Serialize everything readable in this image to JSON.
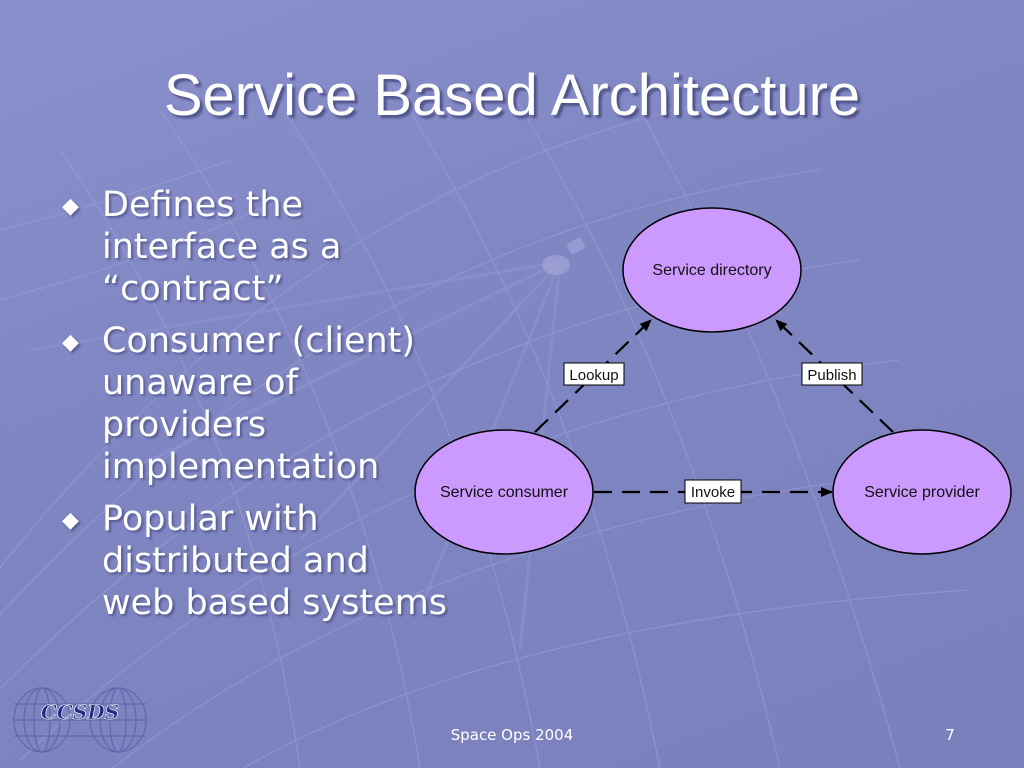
{
  "slide": {
    "title": "Service Based Architecture",
    "bullets": [
      {
        "glyph": "◆",
        "text": "Defines the\ninterface as a\n“contract”"
      },
      {
        "glyph": "◆",
        "text": "Consumer (client)\nunaware of\nproviders\nimplementation"
      },
      {
        "glyph": "◆",
        "text": "Popular with\ndistributed and\nweb based systems"
      }
    ],
    "footer": {
      "center": "Space Ops 2004",
      "page": "7"
    },
    "logo_text": "CCSDS"
  },
  "diagram": {
    "nodes": {
      "directory": "Service directory",
      "consumer": "Service consumer",
      "provider": "Service provider"
    },
    "edges": {
      "lookup": "Lookup",
      "publish": "Publish",
      "invoke": "Invoke"
    }
  },
  "colors": {
    "background": "#8088c4",
    "node_fill": "#cc99ff",
    "text": "#ffffff"
  }
}
